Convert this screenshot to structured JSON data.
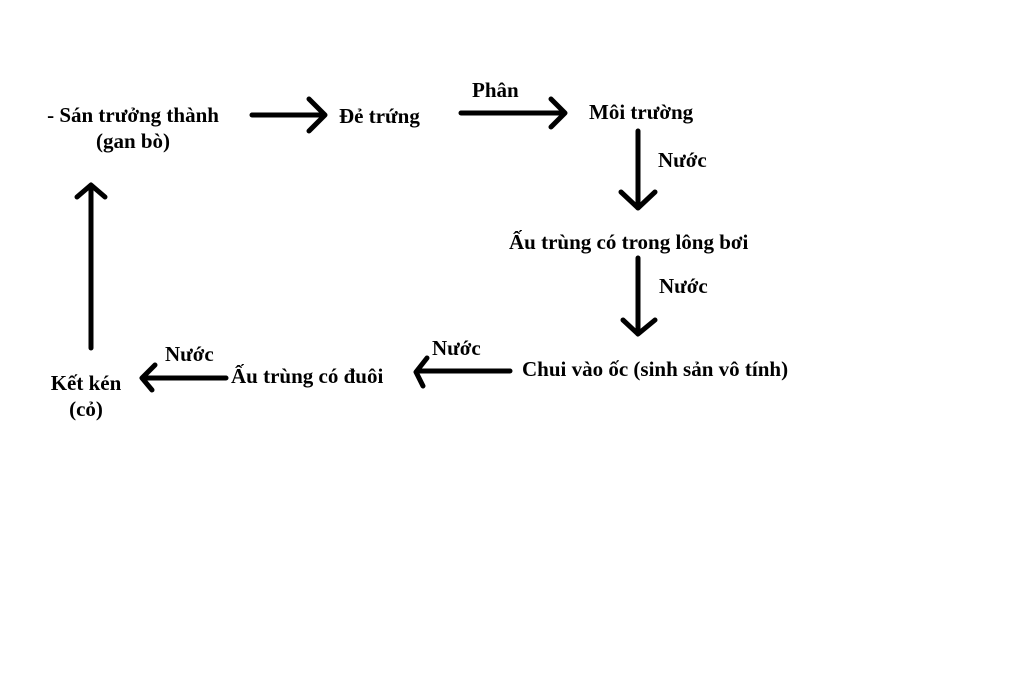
{
  "diagram": {
    "nodes": {
      "adult_line1": "- Sán trưởng thành",
      "adult_line2": "(gan bò)",
      "eggs": "Đẻ trứng",
      "environment": "Môi trường",
      "miracidium": "Ấu trùng có trong lông bơi",
      "snail": "Chui vào ốc (sinh sản vô tính)",
      "cercaria": "Ấu trùng có đuôi",
      "cyst_line1": "Kết kén",
      "cyst_line2": "(cỏ)"
    },
    "edge_labels": {
      "eggs_to_env": "Phân",
      "env_to_miracidium": "Nước",
      "miracidium_to_snail": "Nước",
      "snail_to_cercaria": "Nước",
      "cercaria_to_cyst": "Nước"
    },
    "colors": {
      "stroke": "#000000",
      "background": "#ffffff"
    }
  }
}
